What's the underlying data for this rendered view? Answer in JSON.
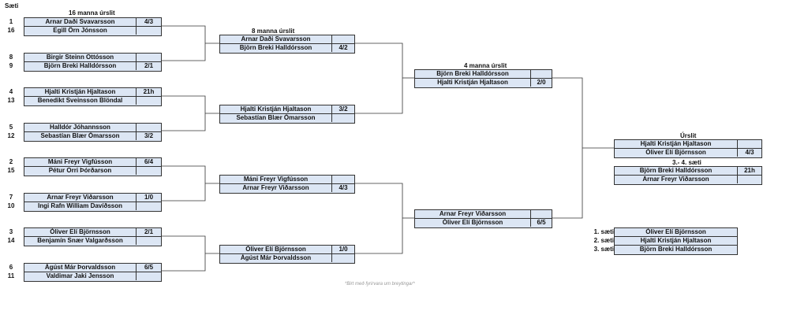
{
  "seat_label": "Sæti",
  "round_headers": {
    "r16": "16 manna úrslit",
    "qf": "8 manna úrslit",
    "sf": "4 manna úrslit",
    "final": "Úrslit",
    "third": "3.- 4. sæti"
  },
  "r16": [
    {
      "seed1": "1",
      "p1": "Arnar Daði Svavarsson",
      "s1": "4/3",
      "seed2": "16",
      "p2": "Egill Örn Jónsson",
      "s2": ""
    },
    {
      "seed1": "8",
      "p1": "Birgir Steinn Ottósson",
      "s1": "",
      "seed2": "9",
      "p2": "Björn Breki Halldórsson",
      "s2": "2/1"
    },
    {
      "seed1": "4",
      "p1": "Hjalti Kristján Hjaltason",
      "s1": "21h",
      "seed2": "13",
      "p2": "Benedikt Sveinsson Blöndal",
      "s2": ""
    },
    {
      "seed1": "5",
      "p1": "Halldór Jóhannsson",
      "s1": "",
      "seed2": "12",
      "p2": "Sebastían Blær Ómarsson",
      "s2": "3/2"
    },
    {
      "seed1": "2",
      "p1": "Máni Freyr Vigfússon",
      "s1": "6/4",
      "seed2": "15",
      "p2": "Pétur Orri Þórðarson",
      "s2": ""
    },
    {
      "seed1": "7",
      "p1": "Arnar Freyr Viðarsson",
      "s1": "1/0",
      "seed2": "10",
      "p2": "Ingi Rafn William Davíðsson",
      "s2": ""
    },
    {
      "seed1": "3",
      "p1": "Óliver Elí Björnsson",
      "s1": "2/1",
      "seed2": "14",
      "p2": "Benjamín Snær Valgarðsson",
      "s2": ""
    },
    {
      "seed1": "6",
      "p1": "Ágúst Már Þorvaldsson",
      "s1": "6/5",
      "seed2": "11",
      "p2": "Valdimar Jaki Jensson",
      "s2": ""
    }
  ],
  "qf": [
    {
      "p1": "Arnar Daði Svavarsson",
      "s1": "",
      "p2": "Björn Breki Halldórsson",
      "s2": "4/2"
    },
    {
      "p1": "Hjalti Kristján Hjaltason",
      "s1": "3/2",
      "p2": "Sebastían Blær Ómarsson",
      "s2": ""
    },
    {
      "p1": "Máni Freyr Vigfússon",
      "s1": "",
      "p2": "Arnar Freyr Viðarsson",
      "s2": "4/3"
    },
    {
      "p1": "Óliver Elí Björnsson",
      "s1": "1/0",
      "p2": "Ágúst Már Þorvaldsson",
      "s2": ""
    }
  ],
  "sf": [
    {
      "p1": "Björn Breki Halldórsson",
      "s1": "",
      "p2": "Hjalti Kristján Hjaltason",
      "s2": "2/0"
    },
    {
      "p1": "Arnar Freyr Viðarsson",
      "s1": "",
      "p2": "Óliver Elí Björnsson",
      "s2": "6/5"
    }
  ],
  "final": {
    "p1": "Hjalti Kristján Hjaltason",
    "s1": "",
    "p2": "Óliver Elí Björnsson",
    "s2": "4/3"
  },
  "third": {
    "p1": "Björn Breki Halldórsson",
    "s1": "21h",
    "p2": "Arnar Freyr Viðarsson",
    "s2": ""
  },
  "placings": [
    {
      "label": "1. sæti",
      "name": "Óliver Elí Björnsson"
    },
    {
      "label": "2. sæti",
      "name": "Hjalti Kristján Hjaltason"
    },
    {
      "label": "3. sæti",
      "name": "Björn Breki Halldórsson"
    }
  ],
  "note": "*Birt með fyrirvara um breytingar*",
  "colors": {
    "box_fill": "#dce6f4",
    "line": "#333333"
  }
}
